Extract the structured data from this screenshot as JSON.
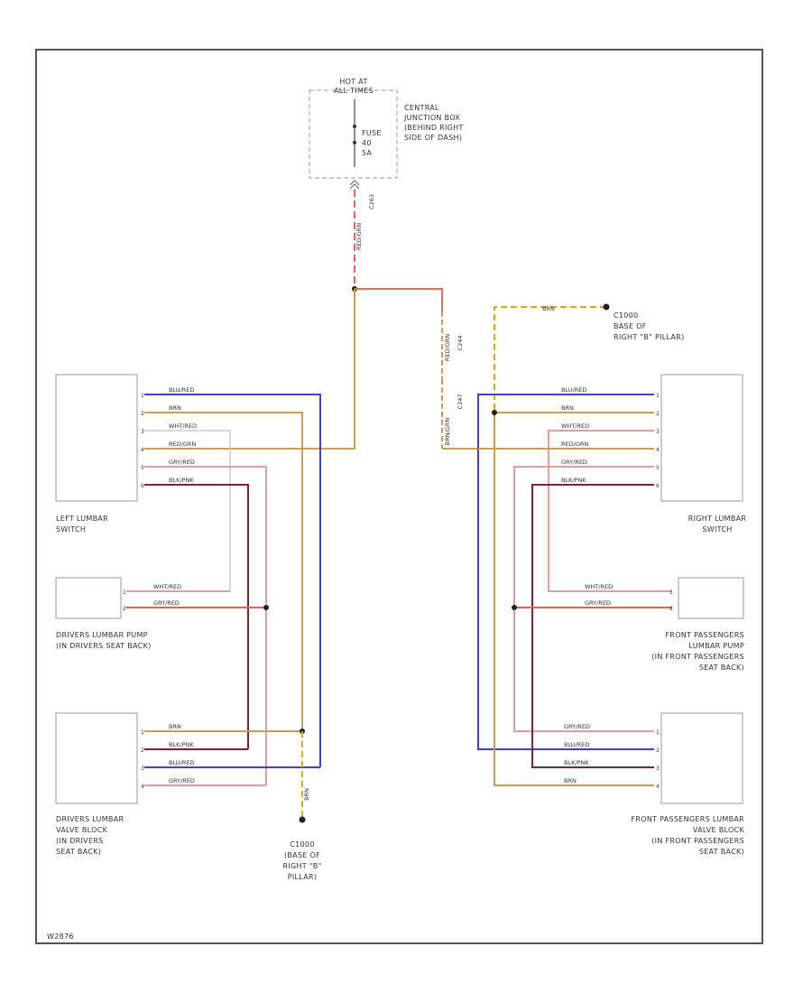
{
  "colors": {
    "blue": "#4040e0",
    "tan": "#c8a050",
    "red": "#e86060",
    "pink": "#e89aa5",
    "maroon": "#7a2530",
    "gray": "#aaaaaa",
    "yellow": "#d8b000",
    "orange": "#e07050"
  },
  "power": {
    "hot_label": [
      "HOT AT",
      "ALL TIMES"
    ],
    "junction_label": [
      "CENTRAL",
      "JUNCTION BOX",
      "(BEHIND RIGHT",
      "SIDE OF DASH)"
    ],
    "fuse_label": [
      "FUSE",
      "40",
      "5A"
    ],
    "feed_wire": "RED/GRN",
    "feed_connector": "C263"
  },
  "connectors": {
    "left_upper": "C244",
    "left_lower": "C247",
    "splice_wire": "BRN/GRN",
    "left_wire_mid": "RED/GRN"
  },
  "grounds": {
    "right": {
      "wire": "BRN",
      "id": "C1000",
      "lines": [
        "BASE OF",
        "RIGHT \"B\" PILLAR)"
      ]
    },
    "left": {
      "wire": "BRN",
      "id": "C1000",
      "lines": [
        "(BASE OF",
        "RIGHT \"B\"",
        "PILLAR)"
      ]
    }
  },
  "components": {
    "left_switch": {
      "lines": [
        "LEFT LUMBAR",
        "SWITCH"
      ]
    },
    "right_switch": {
      "lines": [
        "RIGHT LUMBAR",
        "SWITCH"
      ]
    },
    "driver_pump": {
      "lines": [
        "DRIVERS LUMBAR PUMP",
        "(IN DRIVERS SEAT BACK)"
      ]
    },
    "pass_pump": {
      "lines": [
        "FRONT PASSENGERS",
        "LUMBAR PUMP",
        "(IN FRONT PASSENGERS",
        "SEAT BACK)"
      ]
    },
    "driver_valve": {
      "lines": [
        "DRIVERS LUMBAR",
        "VALVE BLOCK",
        "(IN DRIVERS",
        "SEAT BACK)"
      ]
    },
    "pass_valve": {
      "lines": [
        "FRONT PASSENGERS LUMBAR",
        "VALVE BLOCK",
        "(IN FRONT PASSENGERS",
        "SEAT BACK)"
      ]
    }
  },
  "switch_wires": [
    "BLU/RED",
    "BRN",
    "WHT/RED",
    "RED/GRN",
    "GRY/RED",
    "BLK/PNK"
  ],
  "pump_wires": [
    "WHT/RED",
    "GRY/RED"
  ],
  "driver_valve_wires": [
    "BRN",
    "BLK/PNK",
    "BLU/RED",
    "GRY/RED"
  ],
  "pass_valve_wires": [
    "GRY/RED",
    "BLU/RED",
    "BLK/PNK",
    "BRN"
  ],
  "pins": {
    "switch": [
      "1",
      "2",
      "3",
      "4",
      "5",
      "6"
    ],
    "pump": [
      "1",
      "2"
    ],
    "valve": [
      "1",
      "2",
      "3",
      "4"
    ]
  },
  "footer_code": "W2876"
}
